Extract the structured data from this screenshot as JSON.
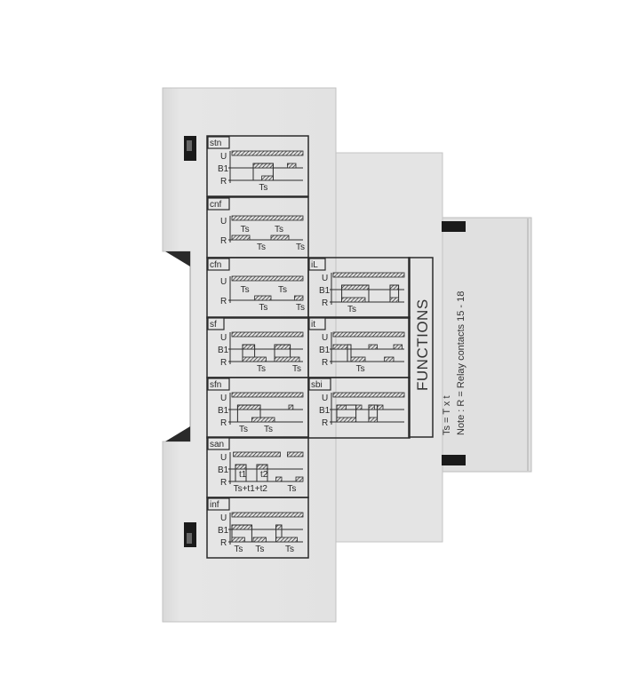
{
  "functions_title": "FUNCTIONS",
  "notes": {
    "ts_formula": "Ts = T x t",
    "relay_note": "Note : R = Relay contacts 15 - 18"
  },
  "colors": {
    "body": "#e3e3e3",
    "print": "#2b2b2b",
    "clip": "#1a1a1a"
  },
  "panels": [
    {
      "id": "stn",
      "label": "stn",
      "rows": [
        "U",
        "B1",
        "R"
      ],
      "annotations": [
        "Ts"
      ]
    },
    {
      "id": "cnf",
      "label": "cnf",
      "rows": [
        "U",
        "R"
      ],
      "annotations": [
        "Ts",
        "Ts",
        "Ts",
        "Ts"
      ]
    },
    {
      "id": "cfn",
      "label": "cfn",
      "rows": [
        "U",
        "R"
      ],
      "annotations": [
        "Ts",
        "Ts",
        "Ts",
        "Ts"
      ]
    },
    {
      "id": "sf",
      "label": "sf",
      "rows": [
        "U",
        "B1",
        "R"
      ],
      "annotations": [
        "Ts",
        "Ts"
      ]
    },
    {
      "id": "sfn",
      "label": "sfn",
      "rows": [
        "U",
        "B1",
        "R"
      ],
      "annotations": [
        "Ts",
        "Ts"
      ]
    },
    {
      "id": "san",
      "label": "san",
      "rows": [
        "U",
        "B1",
        "R"
      ],
      "annotations": [
        "t1",
        "t2",
        "Ts+t1+t2",
        "Ts"
      ]
    },
    {
      "id": "inf",
      "label": "inf",
      "rows": [
        "U",
        "B1",
        "R"
      ],
      "annotations": [
        "Ts",
        "Ts",
        "Ts"
      ]
    },
    {
      "id": "iL",
      "label": "iL",
      "rows": [
        "U",
        "B1",
        "R"
      ],
      "annotations": [
        "Ts"
      ]
    },
    {
      "id": "it",
      "label": "it",
      "rows": [
        "U",
        "B1",
        "R"
      ],
      "annotations": [
        "Ts"
      ]
    },
    {
      "id": "sbi",
      "label": "sbi",
      "rows": [
        "U",
        "B1",
        "R"
      ],
      "annotations": []
    }
  ]
}
